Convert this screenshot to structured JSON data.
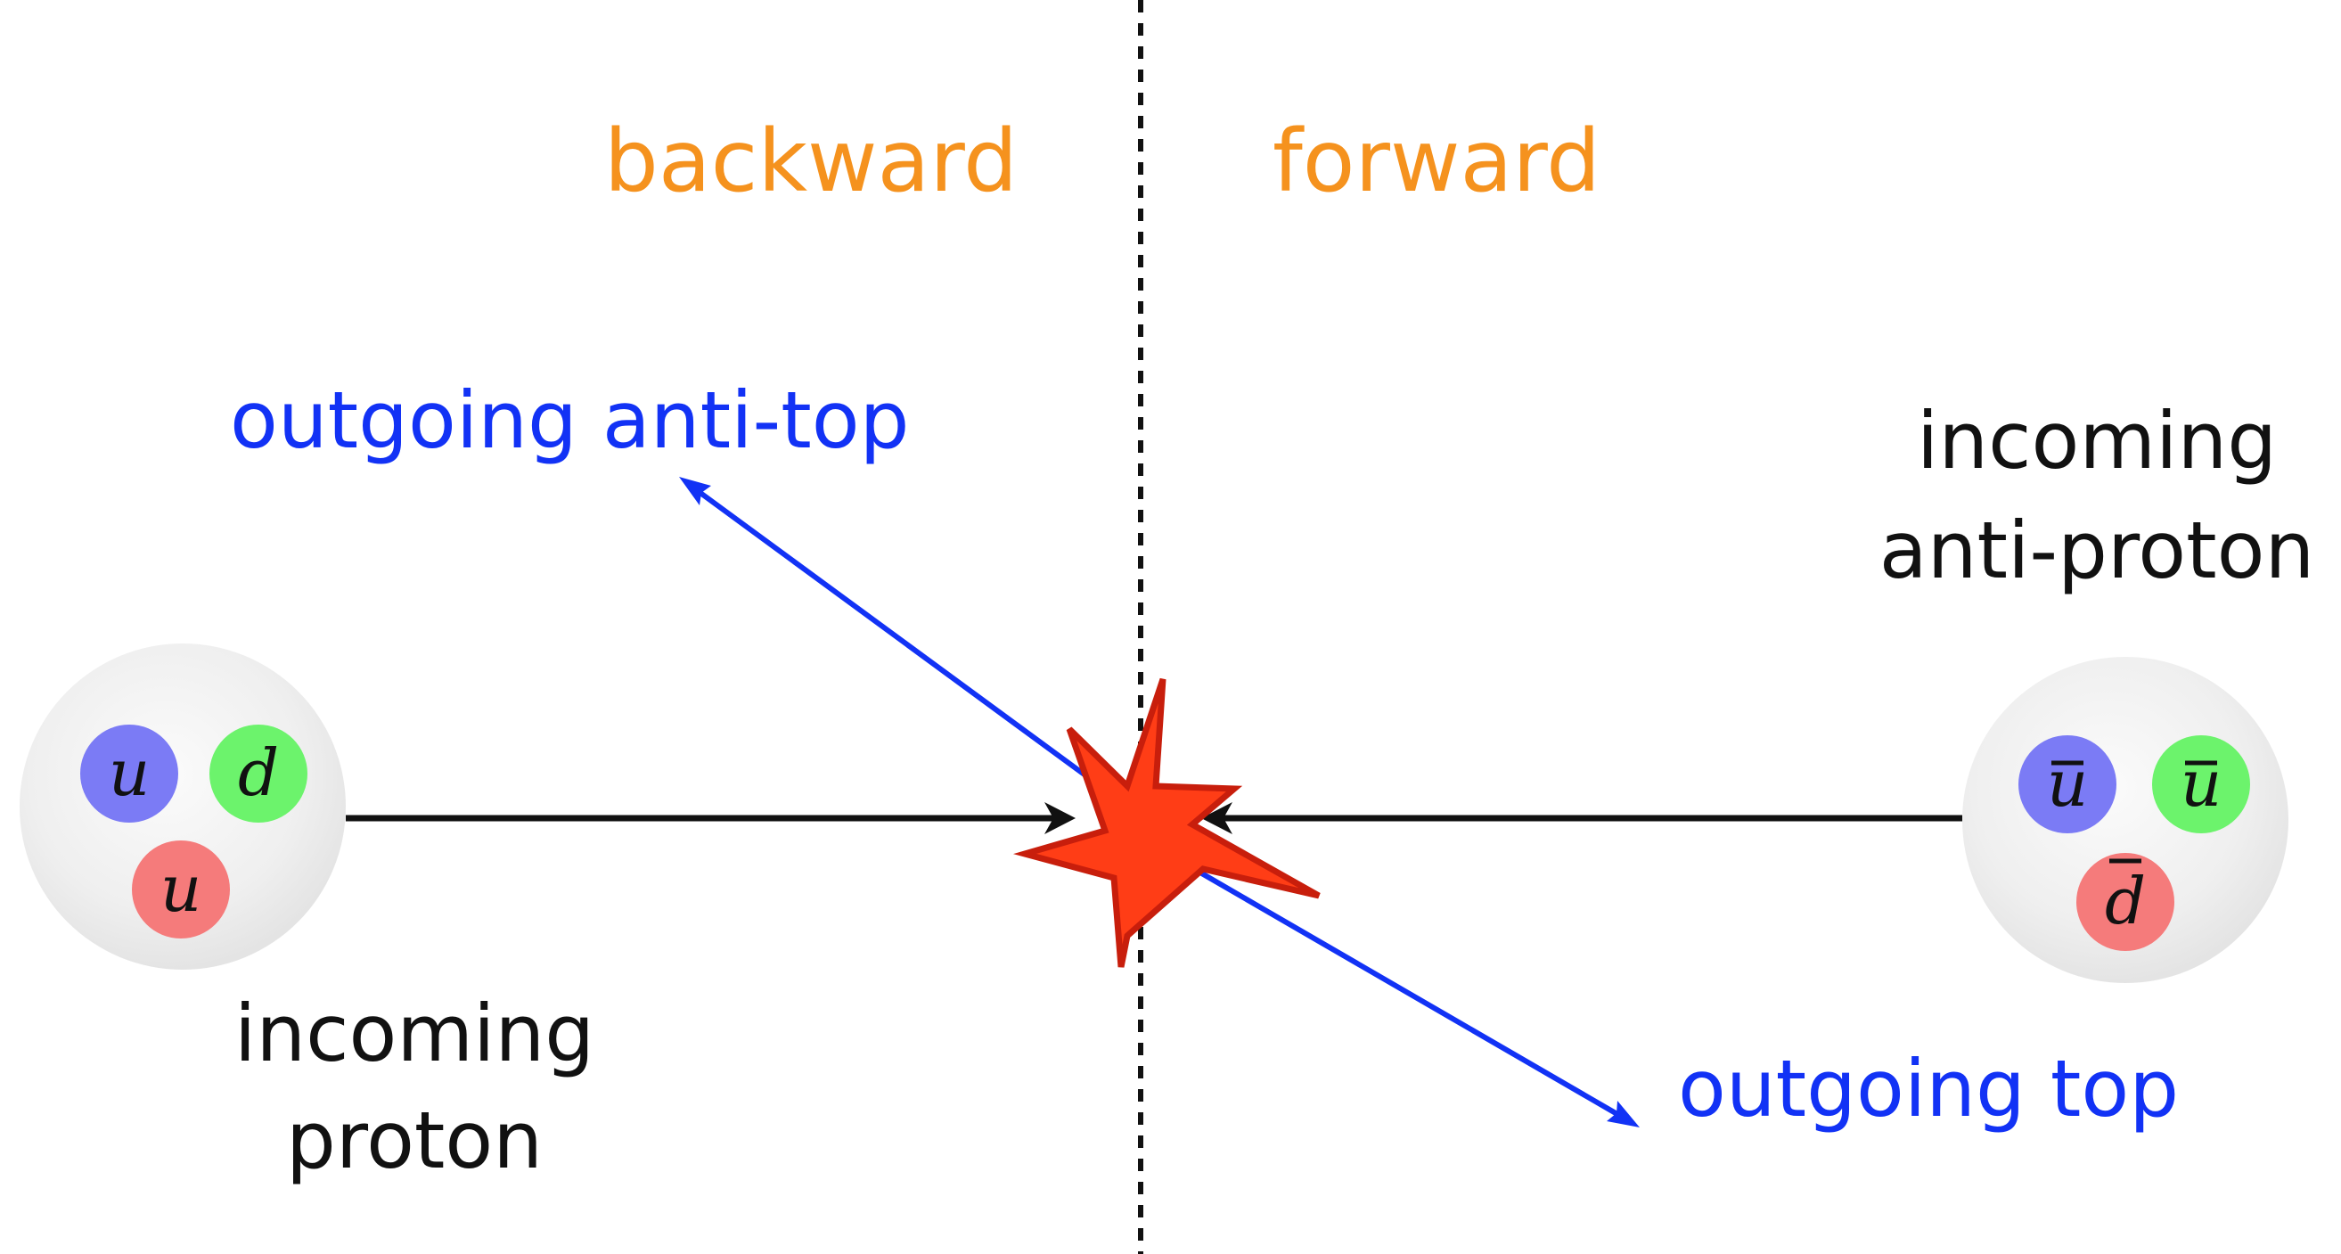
{
  "regions": {
    "left_label": "backward",
    "right_label": "forward",
    "label_color": "#f5921e"
  },
  "labels": {
    "outgoing_antitop": "outgoing anti-top",
    "outgoing_top": "outgoing top",
    "incoming_proton_line1": "incoming",
    "incoming_proton_line2": "proton",
    "incoming_antiproton_line1": "incoming",
    "incoming_antiproton_line2": "anti-proton"
  },
  "proton": {
    "quarks": [
      {
        "symbol": "u",
        "color": "#7b7bf5",
        "bar": false
      },
      {
        "symbol": "d",
        "color": "#6cf36c",
        "bar": false
      },
      {
        "symbol": "u",
        "color": "#f57b7b",
        "bar": false
      }
    ]
  },
  "antiproton": {
    "quarks": [
      {
        "symbol": "u",
        "color": "#7b7bf5",
        "bar": true
      },
      {
        "symbol": "u",
        "color": "#6cf36c",
        "bar": true
      },
      {
        "symbol": "d",
        "color": "#f57b7b",
        "bar": true
      }
    ]
  },
  "colors": {
    "outgoing": "#1232f5",
    "incoming": "#111111",
    "collision_fill": "#ff3d16",
    "collision_stroke": "#c81e0c"
  }
}
